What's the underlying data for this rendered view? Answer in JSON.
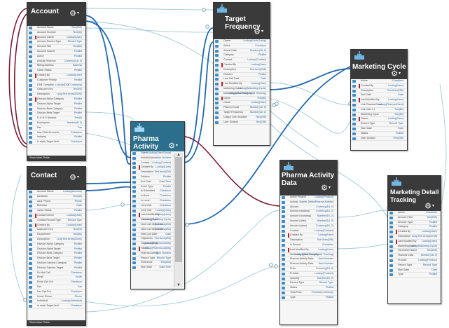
{
  "ui": {
    "gear_glyph": "⚙",
    "caret_glyph": "▾",
    "up_glyph": "▲",
    "down_glyph": "▼"
  },
  "colors": {
    "header": "#3a3a3a",
    "header_selected": "#2b6f8c",
    "port": "#3d8cc7",
    "wire_strong": "#1f68b0",
    "wire_light": "#9fcad6",
    "wire_master_detail": "#7a1a33"
  },
  "nodes": {
    "account": {
      "title": "Account",
      "footer": "Show More Fields",
      "fields": [
        {
          "label": "Account Name",
          "type": "Text(255)",
          "flag": false
        },
        {
          "label": "Account Number",
          "type": "Text(40)",
          "flag": false
        },
        {
          "label": "Account Owner",
          "type": "Lookup(User)",
          "flag": true
        },
        {
          "label": "Account Record Type",
          "type": "Record Type",
          "flag": false
        },
        {
          "label": "Account Site",
          "type": "Text(80)",
          "flag": false
        },
        {
          "label": "Account Source",
          "type": "Picklist",
          "flag": false
        },
        {
          "label": "Active",
          "type": "Picklist",
          "flag": false
        },
        {
          "label": "Annual Revenue",
          "type": "Currency(18, 0)",
          "flag": false
        },
        {
          "label": "Billing Address",
          "type": "Address",
          "flag": false
        },
        {
          "label": "Clean Status",
          "type": "Picklist",
          "flag": false
        },
        {
          "label": "Created By",
          "type": "Lookup(User)",
          "flag": true
        },
        {
          "label": "Customer Priority",
          "type": "Picklist",
          "flag": false
        },
        {
          "label": "D&B Company",
          "type": "Lookup(D&B Company)",
          "flag": false
        },
        {
          "label": "Data.com Key",
          "type": "Text(20)",
          "flag": false
        },
        {
          "label": "Description",
          "type": "Long Text Area(32000)",
          "flag": false
        },
        {
          "label": "Division Alpha Category",
          "type": "Picklist",
          "flag": true
        },
        {
          "label": "Division Alpha Target",
          "type": "Picklist",
          "flag": false
        },
        {
          "label": "Division Beta Category",
          "type": "Picklist",
          "flag": false
        },
        {
          "label": "Division Beta Target",
          "type": "Picklist",
          "flag": false
        },
        {
          "label": "D-U-N-S Number",
          "type": "Text(9)",
          "flag": false
        },
        {
          "label": "Employees",
          "type": "Number(8, 0)",
          "flag": false
        },
        {
          "label": "Fax",
          "type": "Fax",
          "flag": false
        },
        {
          "label": "Has Child Accounts",
          "type": "Checkbox",
          "flag": false
        },
        {
          "label": "Industry",
          "type": "Picklist",
          "flag": false
        },
        {
          "label": "Is static Target field",
          "type": "Checkbox",
          "flag": false
        }
      ]
    },
    "contact": {
      "title": "Contact",
      "footer": "Show More Fields",
      "fields": [
        {
          "label": "Account Name",
          "type": "Lookup(Account)",
          "flag": false
        },
        {
          "label": "Assistant",
          "type": "Text(40)",
          "flag": false
        },
        {
          "label": "Asst. Phone",
          "type": "Phone",
          "flag": false
        },
        {
          "label": "Birthdate",
          "type": "Date",
          "flag": false
        },
        {
          "label": "Clean Status",
          "type": "Picklist",
          "flag": false
        },
        {
          "label": "Contact Owner",
          "type": "Lookup(User)",
          "flag": true
        },
        {
          "label": "Contact Record Type",
          "type": "Record Type",
          "flag": false
        },
        {
          "label": "Created By",
          "type": "Lookup(User)",
          "flag": true
        },
        {
          "label": "Data.com Key",
          "type": "Text(20)",
          "flag": false
        },
        {
          "label": "Department",
          "type": "Text(80)",
          "flag": false
        },
        {
          "label": "Description",
          "type": "Long Text Area(32000)",
          "flag": false
        },
        {
          "label": "Division Alpha Category",
          "type": "Picklist",
          "flag": false
        },
        {
          "label": "Division Alpha Target",
          "type": "Picklist",
          "flag": false
        },
        {
          "label": "Division Beta Category",
          "type": "Picklist",
          "flag": false
        },
        {
          "label": "Division Beta Target",
          "type": "Picklist",
          "flag": false
        },
        {
          "label": "Division Gamma Category",
          "type": "Picklist",
          "flag": false
        },
        {
          "label": "Division Gamma Target",
          "type": "Picklist",
          "flag": false
        },
        {
          "label": "Do Not Call",
          "type": "Checkbox",
          "flag": false
        },
        {
          "label": "Email",
          "type": "Email",
          "flag": false
        },
        {
          "label": "Email Opt Out",
          "type": "Checkbox",
          "flag": false
        },
        {
          "label": "Fax",
          "type": "Fax",
          "flag": false
        },
        {
          "label": "Fax Opt Out",
          "type": "Checkbox",
          "flag": false
        },
        {
          "label": "Home Phone",
          "type": "Phone",
          "flag": false
        },
        {
          "label": "Individual",
          "type": "Lookup(Individual)",
          "flag": false
        },
        {
          "label": "Is static Target field",
          "type": "Checkbox",
          "flag": false
        }
      ]
    },
    "pharma_activity": {
      "title": "Pharma Activity",
      "fields": [
        {
          "label": "Owner",
          "type": "Lookup(User,Group)",
          "flag": false
        },
        {
          "label": "Activity Name",
          "type": "Auto Number",
          "flag": false
        },
        {
          "label": "Contact",
          "type": "Lookup(Contact)",
          "flag": false
        },
        {
          "label": "Created By",
          "type": "Lookup(User)",
          "flag": true
        },
        {
          "label": "Description",
          "type": "Text Area(255)",
          "flag": false
        },
        {
          "label": "Division",
          "type": "Picklist",
          "flag": false
        },
        {
          "label": "End Date",
          "type": "Date/Time",
          "flag": false
        },
        {
          "label": "Event Type",
          "type": "Picklist",
          "flag": false
        },
        {
          "label": "Is Submitted",
          "type": "Checkbox",
          "flag": false
        },
        {
          "label": "Is Done",
          "type": "Checkbox",
          "flag": false
        },
        {
          "label": "Is Local",
          "type": "Checkbox",
          "flag": false
        },
        {
          "label": "Joint Visit",
          "type": "Checkbox",
          "flag": false
        },
        {
          "label": "Joint Visit",
          "type": "Lookup(User)",
          "flag": false
        },
        {
          "label": "Last Modified By",
          "type": "Lookup(User)",
          "flag": true
        },
        {
          "label": "Marketing Cycle",
          "type": "Lookup(Marketing Cycle)",
          "flag": false
        },
        {
          "label": "Next Call Objectives",
          "type": "Text Area(255)",
          "flag": false
        },
        {
          "label": "Next Call Objectives",
          "type": "Text Area(255)",
          "flag": false
        },
        {
          "label": "Next Call Date",
          "type": "Date",
          "flag": false
        },
        {
          "label": "Objectives",
          "type": "Text Area(255)",
          "flag": false
        },
        {
          "label": "Original Activity",
          "type": "Lookup(Pharma Activity)",
          "flag": false
        },
        {
          "label": "Parent",
          "type": "Lookup(Pharma Activity)",
          "flag": true
        },
        {
          "label": "Pharma Activity",
          "type": "Auto Number",
          "flag": false
        },
        {
          "label": "Record Type",
          "type": "Record Type",
          "flag": false
        },
        {
          "label": "Reference",
          "type": "Text(255)",
          "flag": false
        },
        {
          "label": "Start Date",
          "type": "Date/Time",
          "flag": false
        }
      ]
    },
    "target_frequency": {
      "title_line1": "Target",
      "title_line2": "Frequency",
      "fields": [
        {
          "label": "Owner",
          "type": "Lookup(User,Group)",
          "flag": false
        },
        {
          "label": "Active",
          "type": "Checkbox",
          "flag": false
        },
        {
          "label": "Actual Calls",
          "type": "Number(18, 0)",
          "flag": false
        },
        {
          "label": "Category",
          "type": "Picklist",
          "flag": false
        },
        {
          "label": "Contact",
          "type": "Lookup(Contact)",
          "flag": false
        },
        {
          "label": "Created By",
          "type": "Lookup(User)",
          "flag": true
        },
        {
          "label": "Description",
          "type": "Text Area(255)",
          "flag": false
        },
        {
          "label": "Division",
          "type": "Picklist",
          "flag": false
        },
        {
          "label": "Last Call Date",
          "type": "Date",
          "flag": false
        },
        {
          "label": "Last Modified By",
          "type": "Lookup(User)",
          "flag": true
        },
        {
          "label": "Marketing Cycle",
          "type": "Lookup(Marketing Cycle)",
          "flag": false
        },
        {
          "label": "Marketing Detail Tracking",
          "type": "Lookup(Marketing Detail Tracking)",
          "flag": false
        },
        {
          "label": "Name",
          "type": "Text(80)",
          "flag": true
        },
        {
          "label": "Owner",
          "type": "Lookup(User)",
          "flag": false
        },
        {
          "label": "Planned Calls",
          "type": "Number(18, 0)",
          "flag": false
        },
        {
          "label": "Target Frequency",
          "type": "Number(18, 0)",
          "flag": false
        },
        {
          "label": "Unique User Number",
          "type": "Text(255)",
          "flag": false
        },
        {
          "label": "User Division",
          "type": "Text(255)",
          "flag": false
        }
      ]
    },
    "marketing_cycle": {
      "title": "Marketing Cycle",
      "fields": [
        {
          "label": "Active",
          "type": "Checkbox",
          "flag": false
        },
        {
          "label": "Created By",
          "type": "Lookup(User)",
          "flag": true
        },
        {
          "label": "Description",
          "type": "Text Area(255)",
          "flag": false
        },
        {
          "label": "End Date",
          "type": "Date",
          "flag": false
        },
        {
          "label": "Last Modified By",
          "type": "Lookup(User)",
          "flag": true
        },
        {
          "label": "Link Pharma Event",
          "type": "Lookup(Pharma Event)",
          "flag": false
        },
        {
          "label": "Link Visit 1.1",
          "type": "Text(80)",
          "flag": false
        },
        {
          "label": "Marketing Cycle",
          "type": "Text(80)",
          "flag": false
        },
        {
          "label": "Owner",
          "type": "Lookup(User)",
          "flag": true
        },
        {
          "label": "Record Type",
          "type": "Record Type",
          "flag": false
        },
        {
          "label": "Start Date",
          "type": "Date",
          "flag": false
        },
        {
          "label": "Status",
          "type": "Picklist",
          "flag": false
        },
        {
          "label": "User Division",
          "type": "Text(255)",
          "flag": false
        }
      ]
    },
    "pharma_activity_data": {
      "title_line1": "Pharma Activity",
      "title_line2": "Data",
      "fields": [
        {
          "label": "Active Product",
          "type": "Lookup(Product)",
          "flag": false
        },
        {
          "label": "Activity",
          "type": "Master-Detail(Pharma Activity)",
          "flag": false
        },
        {
          "label": "Amount",
          "type": "Currency(18, 2)",
          "flag": false
        },
        {
          "label": "Amount (realized)",
          "type": "Currency(18, 2)",
          "flag": false
        },
        {
          "label": "Amount (rounding)",
          "type": "Number(16, 2)",
          "flag": false
        },
        {
          "label": "Amount (units)",
          "type": "Number(18, 0)",
          "flag": false
        },
        {
          "label": "Amount (value)",
          "type": "Currency(18, 2)",
          "flag": false
        },
        {
          "label": "Contact",
          "type": "Lookup(Contact)",
          "flag": false
        },
        {
          "label": "Created By",
          "type": "Lookup(User)",
          "flag": true
        },
        {
          "label": "Description",
          "type": "Text Area(255)",
          "flag": false
        },
        {
          "label": "Is Primed",
          "type": "Checkbox",
          "flag": false
        },
        {
          "label": "Last Modified By",
          "type": "Lookup(User)",
          "flag": true
        },
        {
          "label": "Marketing Detail Tracking",
          "type": "Lookup(Marketing Detail Tracking)",
          "flag": false
        },
        {
          "label": "Pharma Activity Data",
          "type": "Auto Number",
          "flag": false
        },
        {
          "label": "Pharma Activity Data",
          "type": "Auto Number",
          "flag": false
        },
        {
          "label": "Price",
          "type": "Currency(18, 2)",
          "flag": false
        },
        {
          "label": "Product",
          "type": "Lookup(Product)",
          "flag": false
        },
        {
          "label": "Quantity",
          "type": "Number(18, 0)",
          "flag": false
        },
        {
          "label": "Record Type",
          "type": "Record Type",
          "flag": false
        },
        {
          "label": "Status",
          "type": "Picklist",
          "flag": false
        },
        {
          "label": "Total Price",
          "type": "Formula (Currency)",
          "flag": false
        },
        {
          "label": "Type",
          "type": "Picklist",
          "flag": false
        }
      ]
    },
    "marketing_detail_tracking": {
      "title_line1": "Marketing Detail",
      "title_line2": "Tracking",
      "fields": [
        {
          "label": "Active",
          "type": "Checkbox",
          "flag": false
        },
        {
          "label": "Amount Field",
          "type": "Text(255)",
          "flag": false
        },
        {
          "label": "Amount Type",
          "type": "Picklist",
          "flag": false
        },
        {
          "label": "Category",
          "type": "Picklist",
          "flag": false
        },
        {
          "label": "Created By",
          "type": "Lookup(User)",
          "flag": true
        },
        {
          "label": "Description",
          "type": "Long Text Area(32768)",
          "flag": false
        },
        {
          "label": "Last Modified By",
          "type": "Lookup(User)",
          "flag": true
        },
        {
          "label": "Marketing Cycle",
          "type": "Lookup(Marketing Cycle)",
          "flag": false
        },
        {
          "label": "Parameter Name",
          "type": "Text(255)",
          "flag": false
        },
        {
          "label": "Planned Calls",
          "type": "Number(18, 0)",
          "flag": false
        },
        {
          "label": "Product",
          "type": "Lookup(Product)",
          "flag": false
        },
        {
          "label": "Record Type",
          "type": "Record Type",
          "flag": false
        },
        {
          "label": "Start Date",
          "type": "Date",
          "flag": false
        },
        {
          "label": "Type",
          "type": "Picklist",
          "flag": false
        }
      ]
    }
  }
}
